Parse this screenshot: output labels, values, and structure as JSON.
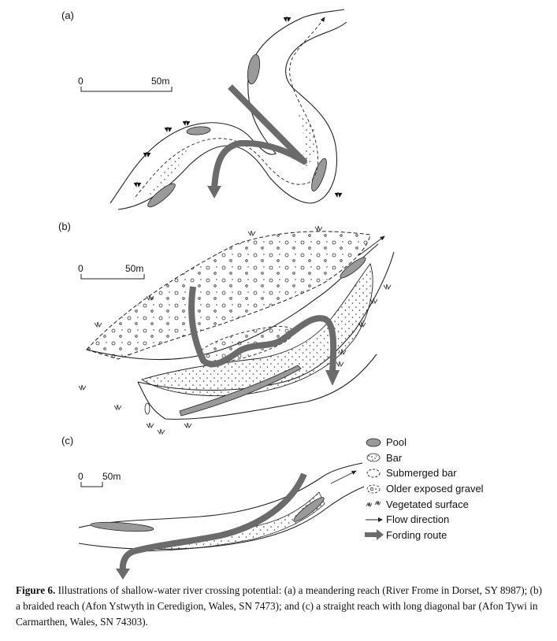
{
  "panels": [
    {
      "label": "(a)",
      "scale_zero": "0",
      "scale_end": "50m"
    },
    {
      "label": "(b)",
      "scale_zero": "0",
      "scale_end": "50m"
    },
    {
      "label": "(c)",
      "scale_zero": "0",
      "scale_end": "50m"
    }
  ],
  "legend": [
    {
      "icon": "pool-icon",
      "text": "Pool"
    },
    {
      "icon": "bar-icon",
      "text": "Bar"
    },
    {
      "icon": "submerged-bar-icon",
      "text": "Submerged bar"
    },
    {
      "icon": "gravel-icon",
      "text": "Older exposed gravel"
    },
    {
      "icon": "vegetation-icon",
      "text": "Vegetated surface"
    },
    {
      "icon": "flow-arrow-icon",
      "text": "Flow direction"
    },
    {
      "icon": "fording-route-icon",
      "text": "Fording route"
    }
  ],
  "caption": {
    "label": "Figure 6.",
    "text": "Illustrations of shallow-water river crossing potential: (a) a meandering reach (River Frome in Dorset, SY 8987); (b) a braided reach (Afon Ystwyth in Ceredigion, Wales, SN 7473); and (c) a straight reach with long diagonal bar (Afon Tywi in Carmarthen, Wales, SN 74303)."
  },
  "colors": {
    "pool": "#9a9a9a",
    "route": "#6b6b6b",
    "line": "#222222"
  }
}
